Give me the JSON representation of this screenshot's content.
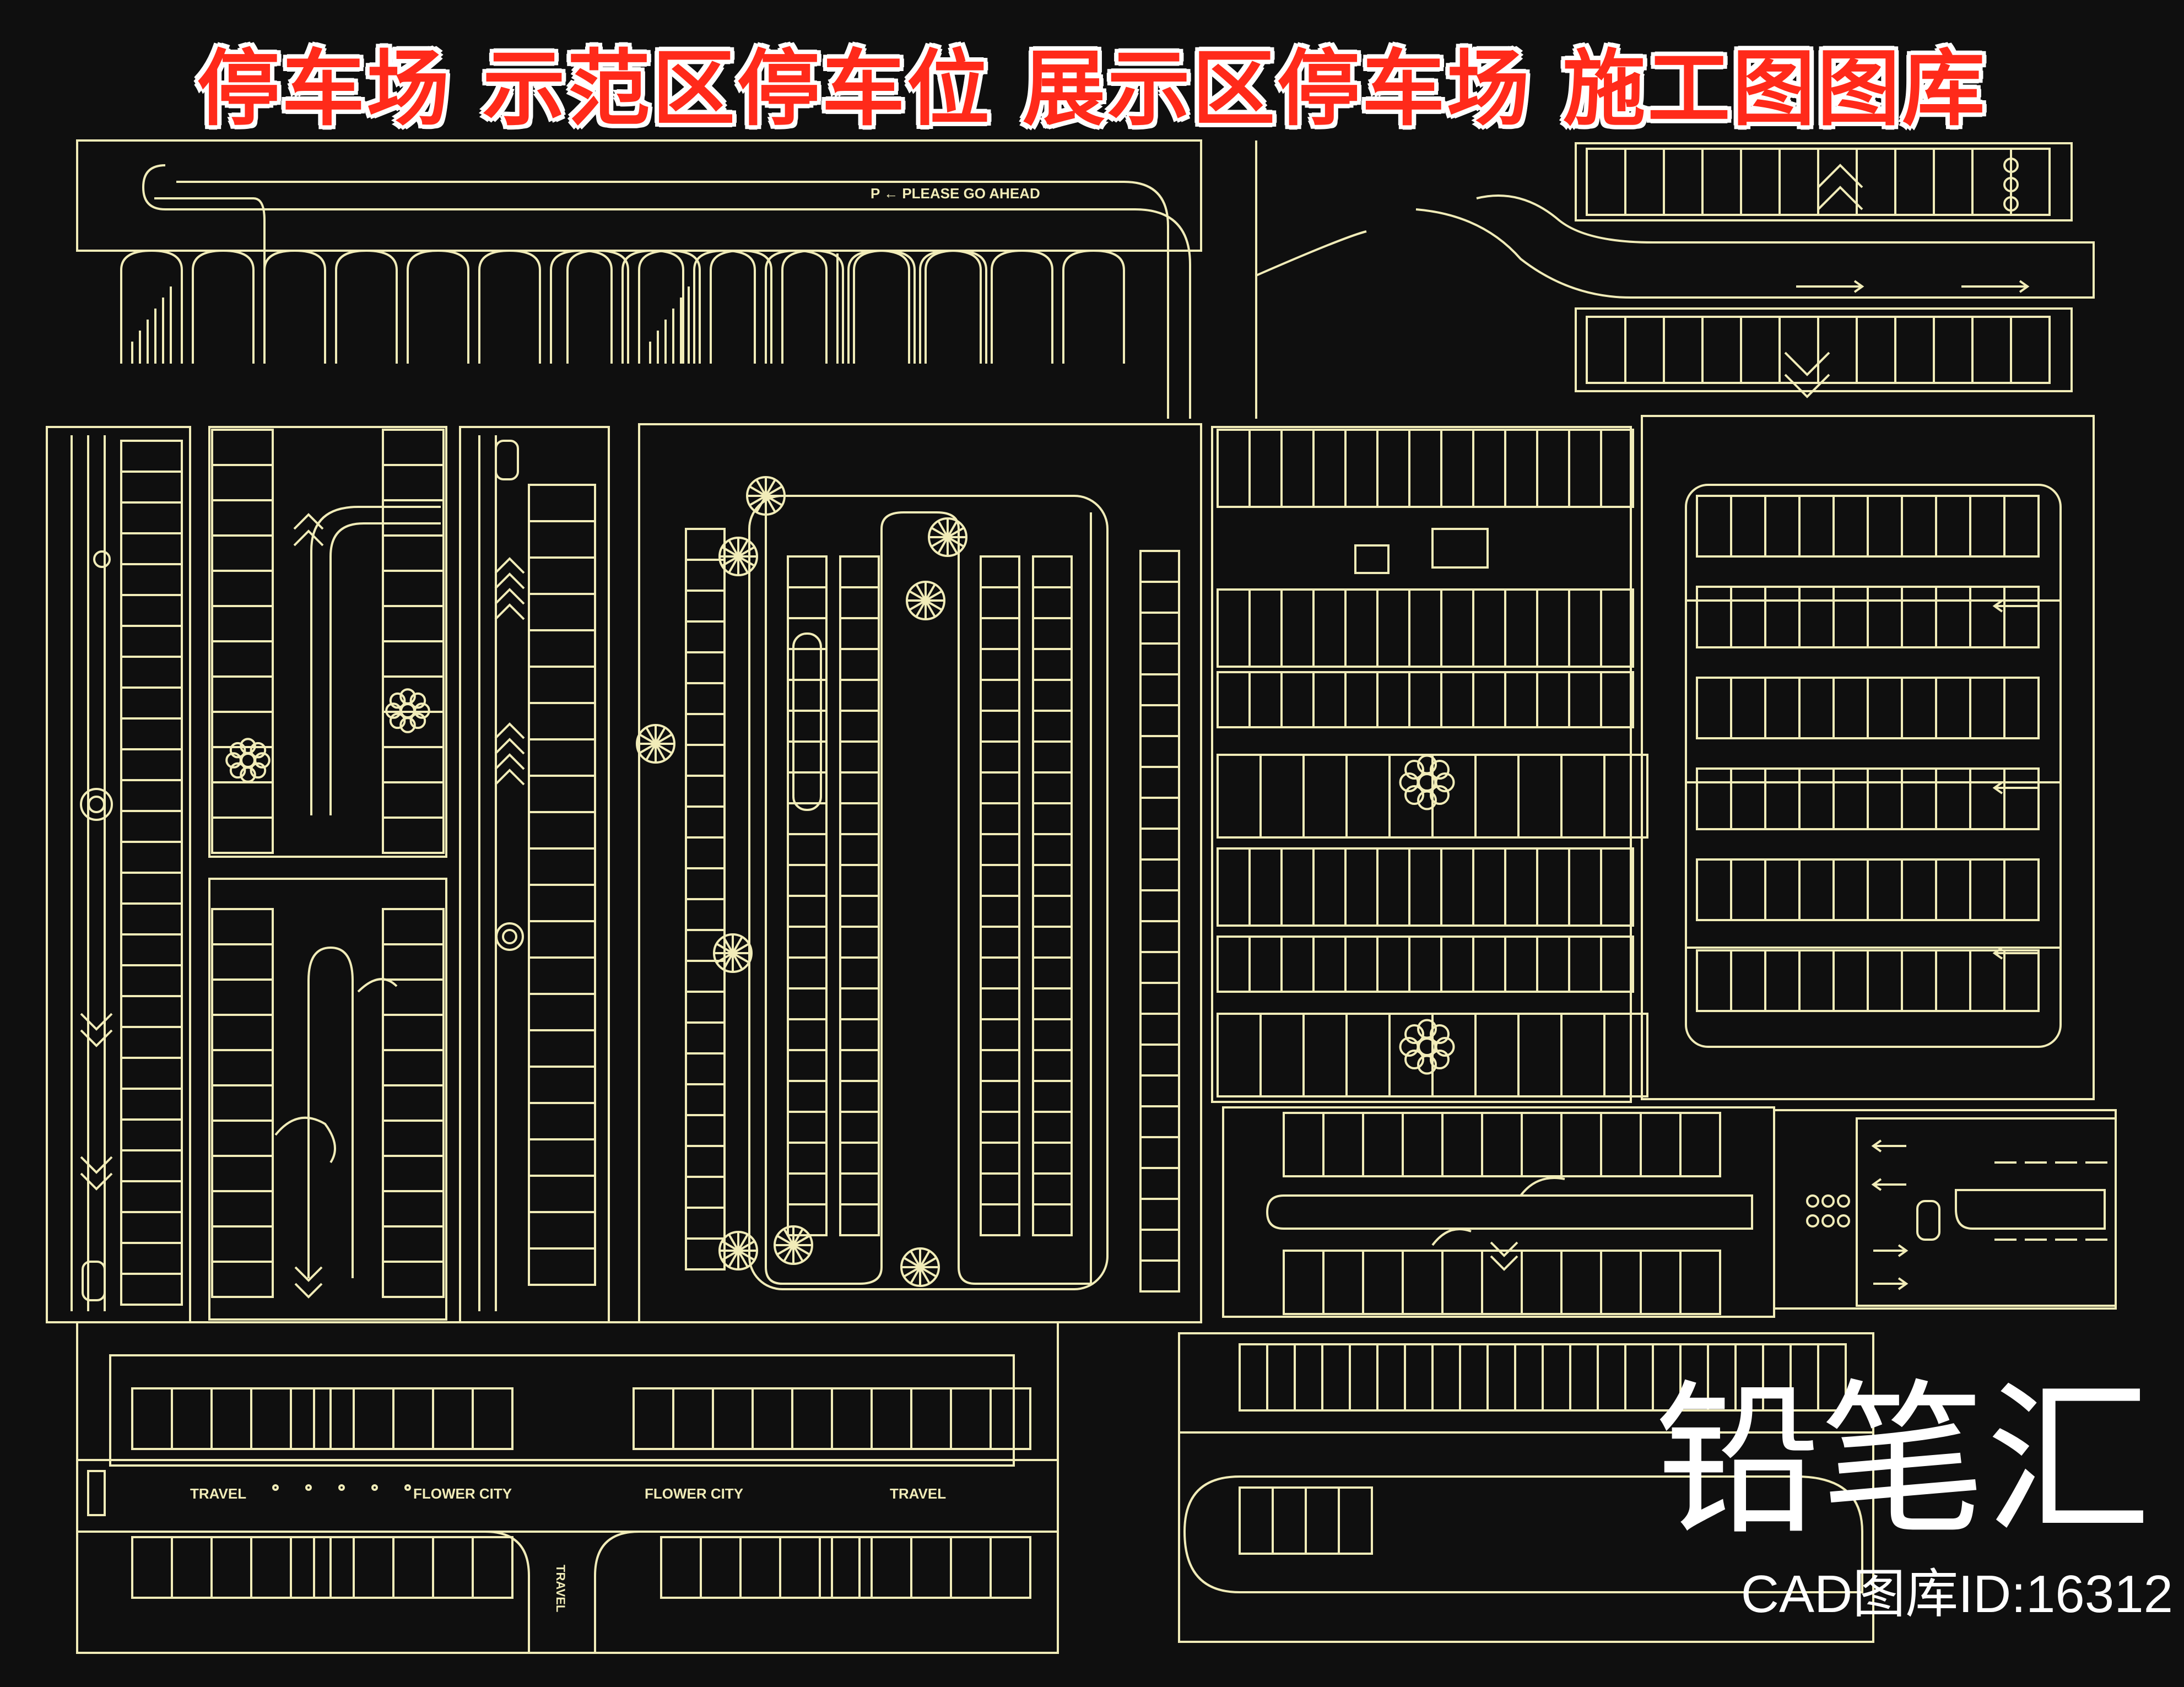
{
  "header": {
    "title": "停车场 示范区停车位 展示区停车场 施工图图库"
  },
  "colors": {
    "background": "#0f0f0f",
    "line": "#f1ecb8",
    "title_fill": "#ff2a1a",
    "title_outline": "#ffffff",
    "brand_text": "#ffffff"
  },
  "branding": {
    "logo_text": "铅笔汇",
    "cad_id": "CAD图库ID:16312"
  },
  "labels": {
    "please_go_ahead": "P ← PLEASE GO AHEAD",
    "travel_left": "TRAVEL",
    "flower_city_left": "FLOWER CITY",
    "flower_city_right": "FLOWER CITY",
    "travel_right": "TRAVEL",
    "travel_vertical": "TRAVEL"
  },
  "icons": [
    "arrow-icon",
    "chevron-icon",
    "flower-icon",
    "dolphin-icon",
    "car-icon",
    "accessible-icon"
  ]
}
